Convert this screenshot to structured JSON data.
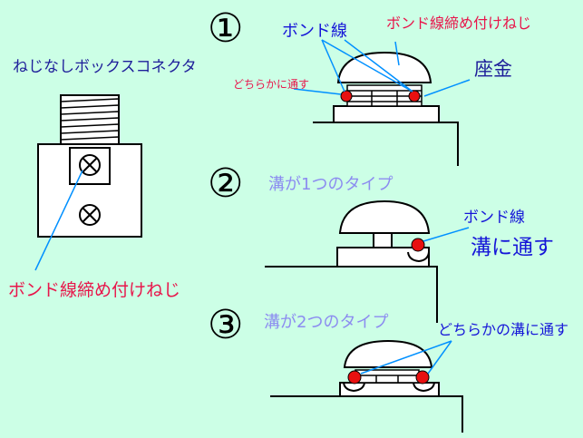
{
  "labels": {
    "connector_title": "ねじなしボックスコネクタ",
    "connector_screw": "ボンド線締め付けねじ",
    "fig1_number": "①",
    "fig1_bond_wire": "ボンド線",
    "fig1_screw": "ボンド線締め付けねじ",
    "fig1_either": "どちらかに通す",
    "fig1_washer": "座金",
    "fig2_number": "②",
    "fig2_title": "溝が1つのタイプ",
    "fig2_bond_wire": "ボンド線",
    "fig2_through_groove": "溝に通す",
    "fig3_number": "③",
    "fig3_title": "溝が2つのタイプ",
    "fig3_either_groove": "どちらかの溝に通す"
  },
  "colors": {
    "background": "#ccffe6",
    "label_blue": "#1515d8",
    "label_red": "#e8154a",
    "label_lavender": "#8c8cf0",
    "leader_line": "#0090ff",
    "wire_dot": "#e81010",
    "outline": "#000000",
    "fill_white": "#ffffff"
  }
}
